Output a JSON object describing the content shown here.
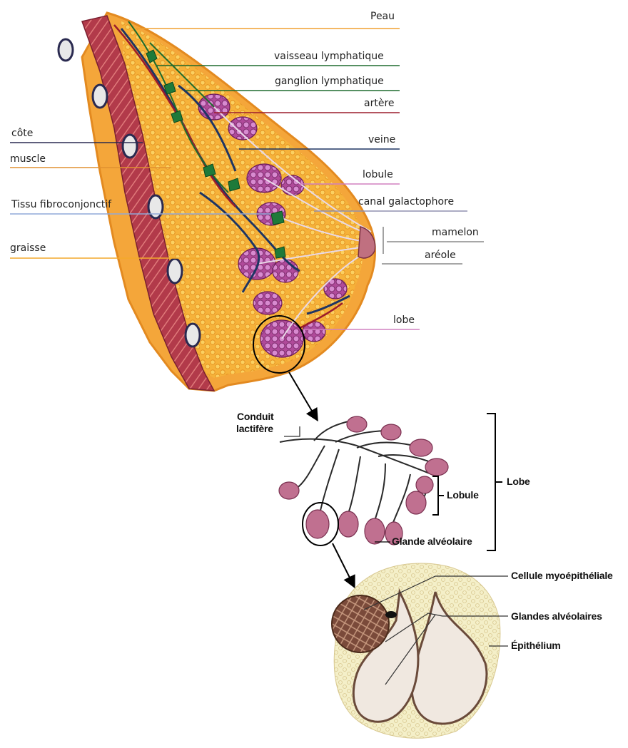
{
  "colors": {
    "skin": "#f0a030",
    "lymph": "#1e6b2e",
    "artery": "#9b1c2c",
    "vein": "#1f3563",
    "lobule": "#d080c0",
    "rib": "#2a2a50",
    "fibro": "#90a8d8",
    "muscle": "#e09030",
    "fat": "#f3a92b",
    "nipple": "#8a8a8a"
  },
  "breast_labels": {
    "peau": "Peau",
    "vaisseau": "vaisseau lymphatique",
    "ganglion": "ganglion lymphatique",
    "artere": "artère",
    "veine": "veine",
    "lobule": "lobule",
    "canal": "canal galactophore",
    "mamelon": "mamelon",
    "areole": "aréole",
    "lobe": "lobe",
    "cote": "côte",
    "muscle": "muscle",
    "tissu": "Tissu fibroconjonctif",
    "graisse": "graisse"
  },
  "lobe_labels": {
    "conduit_line1": "Conduit",
    "conduit_line2": "lactifère",
    "lobule": "Lobule",
    "lobe": "Lobe",
    "glande": "Glande alvéolaire"
  },
  "alveoli_labels": {
    "cellule": "Cellule myoépithéliale",
    "glandes": "Glandes alvéolaires",
    "epithelium": "Épithélium"
  }
}
